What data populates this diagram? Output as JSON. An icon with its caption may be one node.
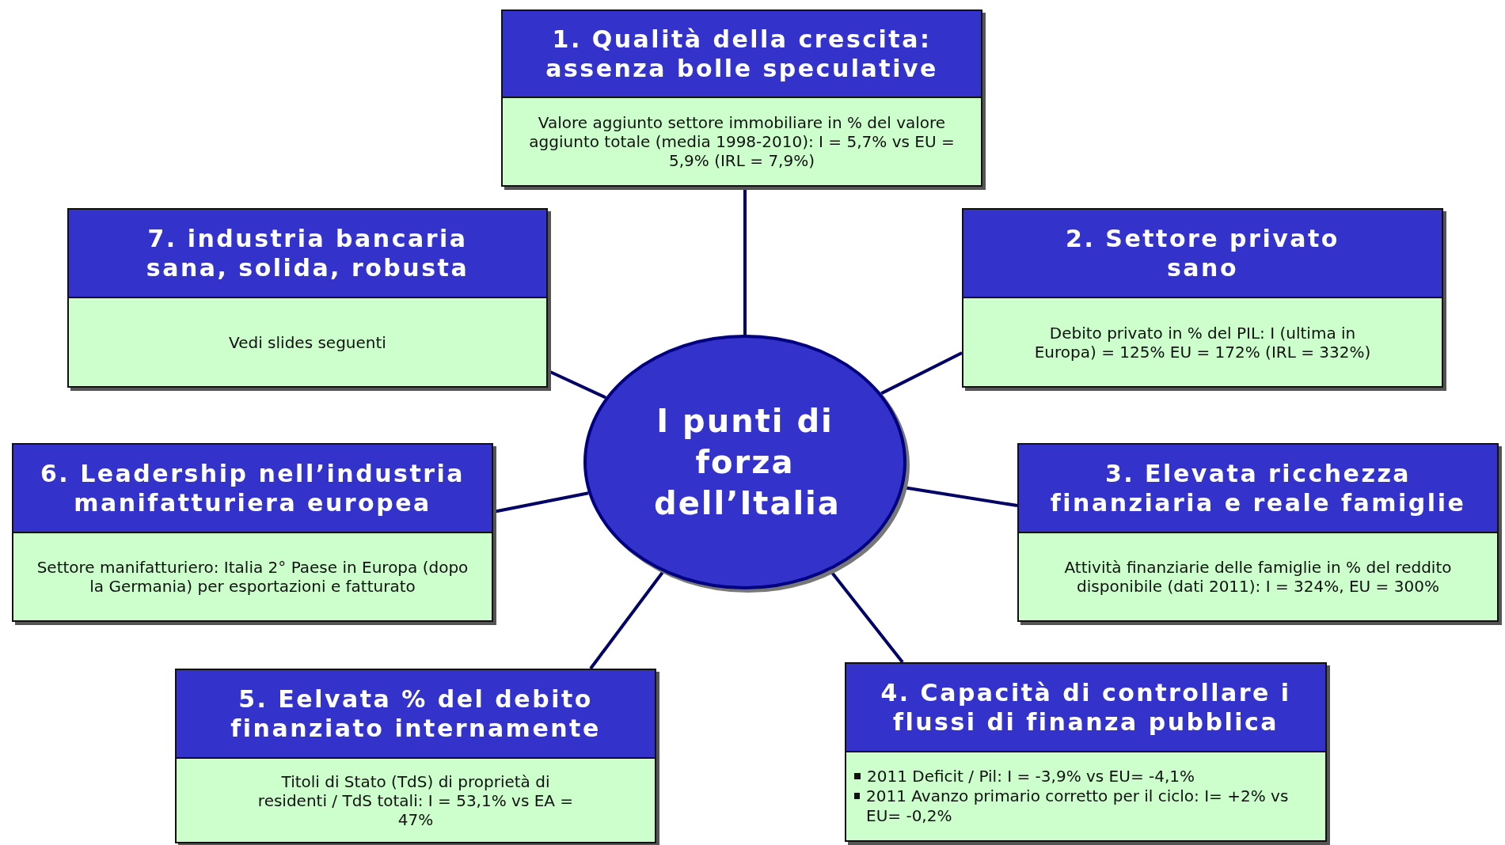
{
  "diagram": {
    "nodes": [
      {
        "text": [
          "1. Qualità della crescita: assenza bolle speculative",
          "Valore aggiunto settore immobiliare in % del valore aggiunto totale (media 1998-2010): I = 5,7% vs EU = 5,9% (IRL = 7,9%)"
        ]
      },
      {
        "text": [
          "7. industria bancaria sana, solida, robusta",
          "Vedi slides seguenti"
        ]
      },
      {
        "text": [
          "2. Settore privato sano",
          "Debito privato in % del PIL: I (ultima in Europa) = 125% EU = 172% (IRL = 332%)"
        ]
      },
      {
        "text": [
          "I punti di forza dell’Italia"
        ]
      },
      {
        "text": [
          "6. Leadership nell’industria manifatturiera europea",
          "Settore manifatturiero: Italia 2° Paese in Europa (dopo la Germania) per esportazioni e fatturato"
        ]
      },
      {
        "text": [
          "3. Elevata ricchezza finanziaria e reale famiglie",
          "Attività finanziarie delle famiglie in % del reddito disponibile (dati 2011): I = 324%, EU = 300%"
        ]
      },
      {
        "text": [
          "5. Eelvata % del debito finanziato internamente",
          "Titoli di Stato (TdS) di proprietà di residenti / TdS totali: I = 53,1% vs EA = 47%"
        ]
      },
      {
        "text": [
          "4. Capacità di controllare i flussi di finanza pubblica",
          "2011 Deficit / Pil: I = -3,9% vs EU= -4,1%",
          "2011 Avanzo primario corretto per il ciclo: I= +2% vs EU= -0,2%"
        ]
      }
    ],
    "edges": [
      {
        "from": 3,
        "to": 0,
        "arrow": "none"
      },
      {
        "from": 3,
        "to": 1,
        "arrow": "none"
      },
      {
        "from": 3,
        "to": 2,
        "arrow": "none"
      },
      {
        "from": 3,
        "to": 4,
        "arrow": "none"
      },
      {
        "from": 3,
        "to": 5,
        "arrow": "none"
      },
      {
        "from": 3,
        "to": 6,
        "arrow": "none"
      },
      {
        "from": 3,
        "to": 7,
        "arrow": "none"
      }
    ]
  }
}
